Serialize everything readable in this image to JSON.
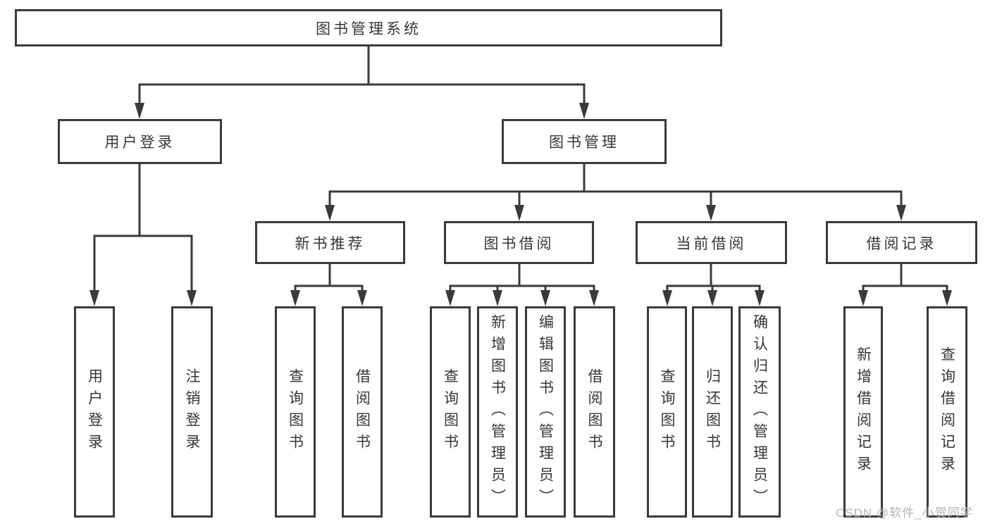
{
  "diagram": {
    "root": {
      "label": "图书管理系统"
    },
    "branches": [
      {
        "label": "用户登录",
        "children": [
          {
            "label": "用户登录"
          },
          {
            "label": "注销登录"
          }
        ]
      },
      {
        "label": "图书管理",
        "children": [
          {
            "label": "新书推荐",
            "children": [
              {
                "label": "查询图书"
              },
              {
                "label": "借阅图书"
              }
            ]
          },
          {
            "label": "图书借阅",
            "children": [
              {
                "label": "查询图书"
              },
              {
                "label": "新增图书（管理员）"
              },
              {
                "label": "编辑图书（管理员）"
              },
              {
                "label": "借阅图书"
              }
            ]
          },
          {
            "label": "当前借阅",
            "children": [
              {
                "label": "查询图书"
              },
              {
                "label": "归还图书"
              },
              {
                "label": "确认归还（管理员）"
              }
            ]
          },
          {
            "label": "借阅记录",
            "children": [
              {
                "label": "新增借阅记录"
              },
              {
                "label": "查询借阅记录"
              }
            ]
          }
        ]
      }
    ]
  },
  "watermark": {
    "text": "CSDN @软件_小贺同学"
  },
  "colors": {
    "line": "#3a3a3a",
    "text": "#363636",
    "watermark": "#b3b3b3"
  }
}
